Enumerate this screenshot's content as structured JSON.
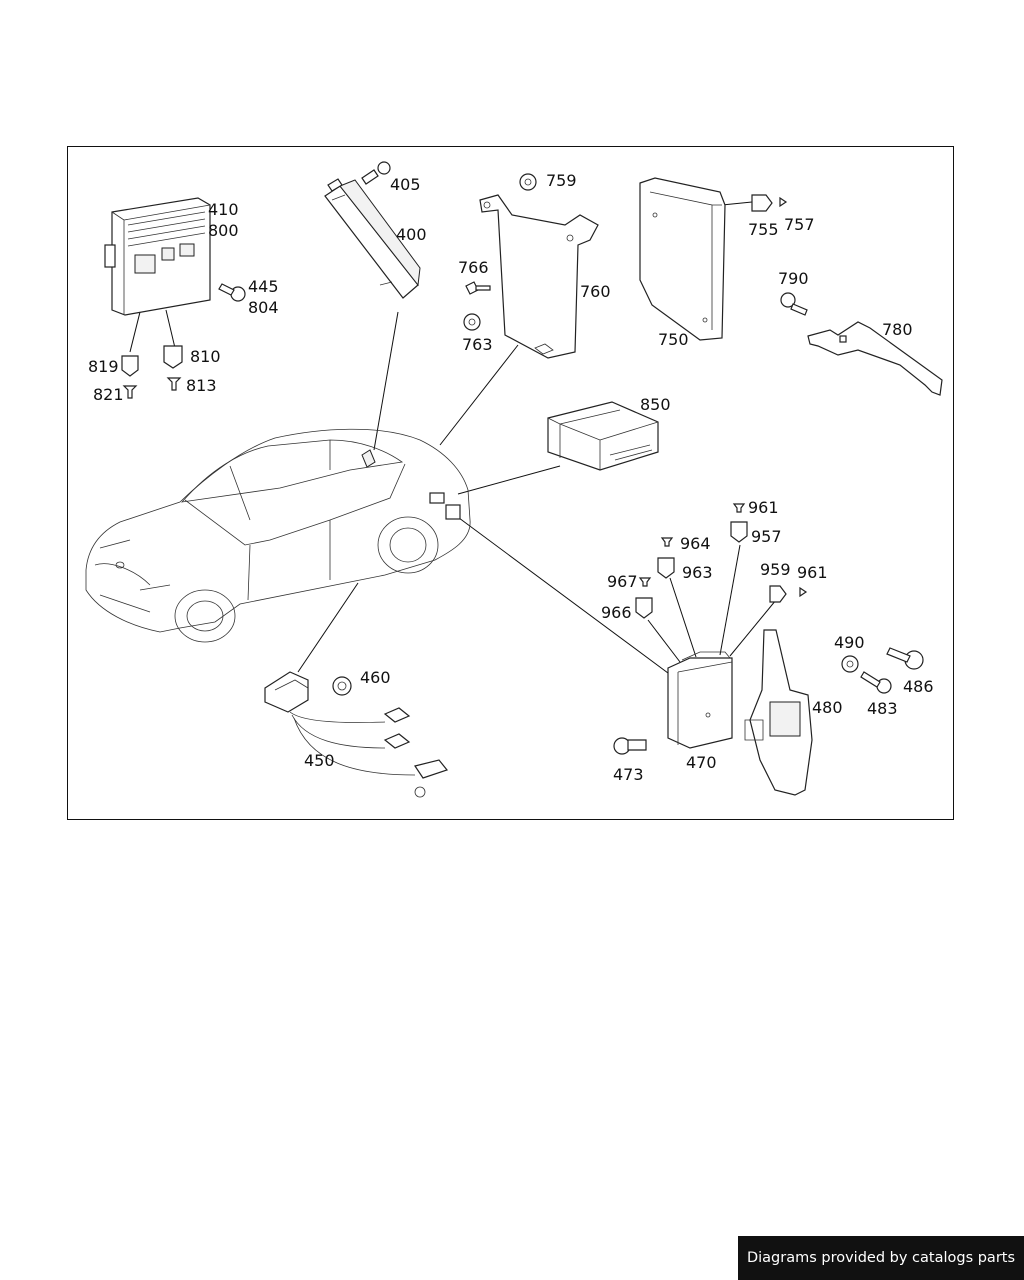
{
  "footer": {
    "text": "Diagrams provided by catalogs parts"
  },
  "callouts": [
    "410",
    "800",
    "405",
    "400",
    "759",
    "760",
    "766",
    "763",
    "755",
    "757",
    "750",
    "790",
    "780",
    "445",
    "804",
    "819",
    "810",
    "821",
    "813",
    "850",
    "961",
    "957",
    "964",
    "963",
    "967",
    "966",
    "959",
    "961",
    "490",
    "486",
    "483",
    "480",
    "460",
    "450",
    "473",
    "470"
  ]
}
